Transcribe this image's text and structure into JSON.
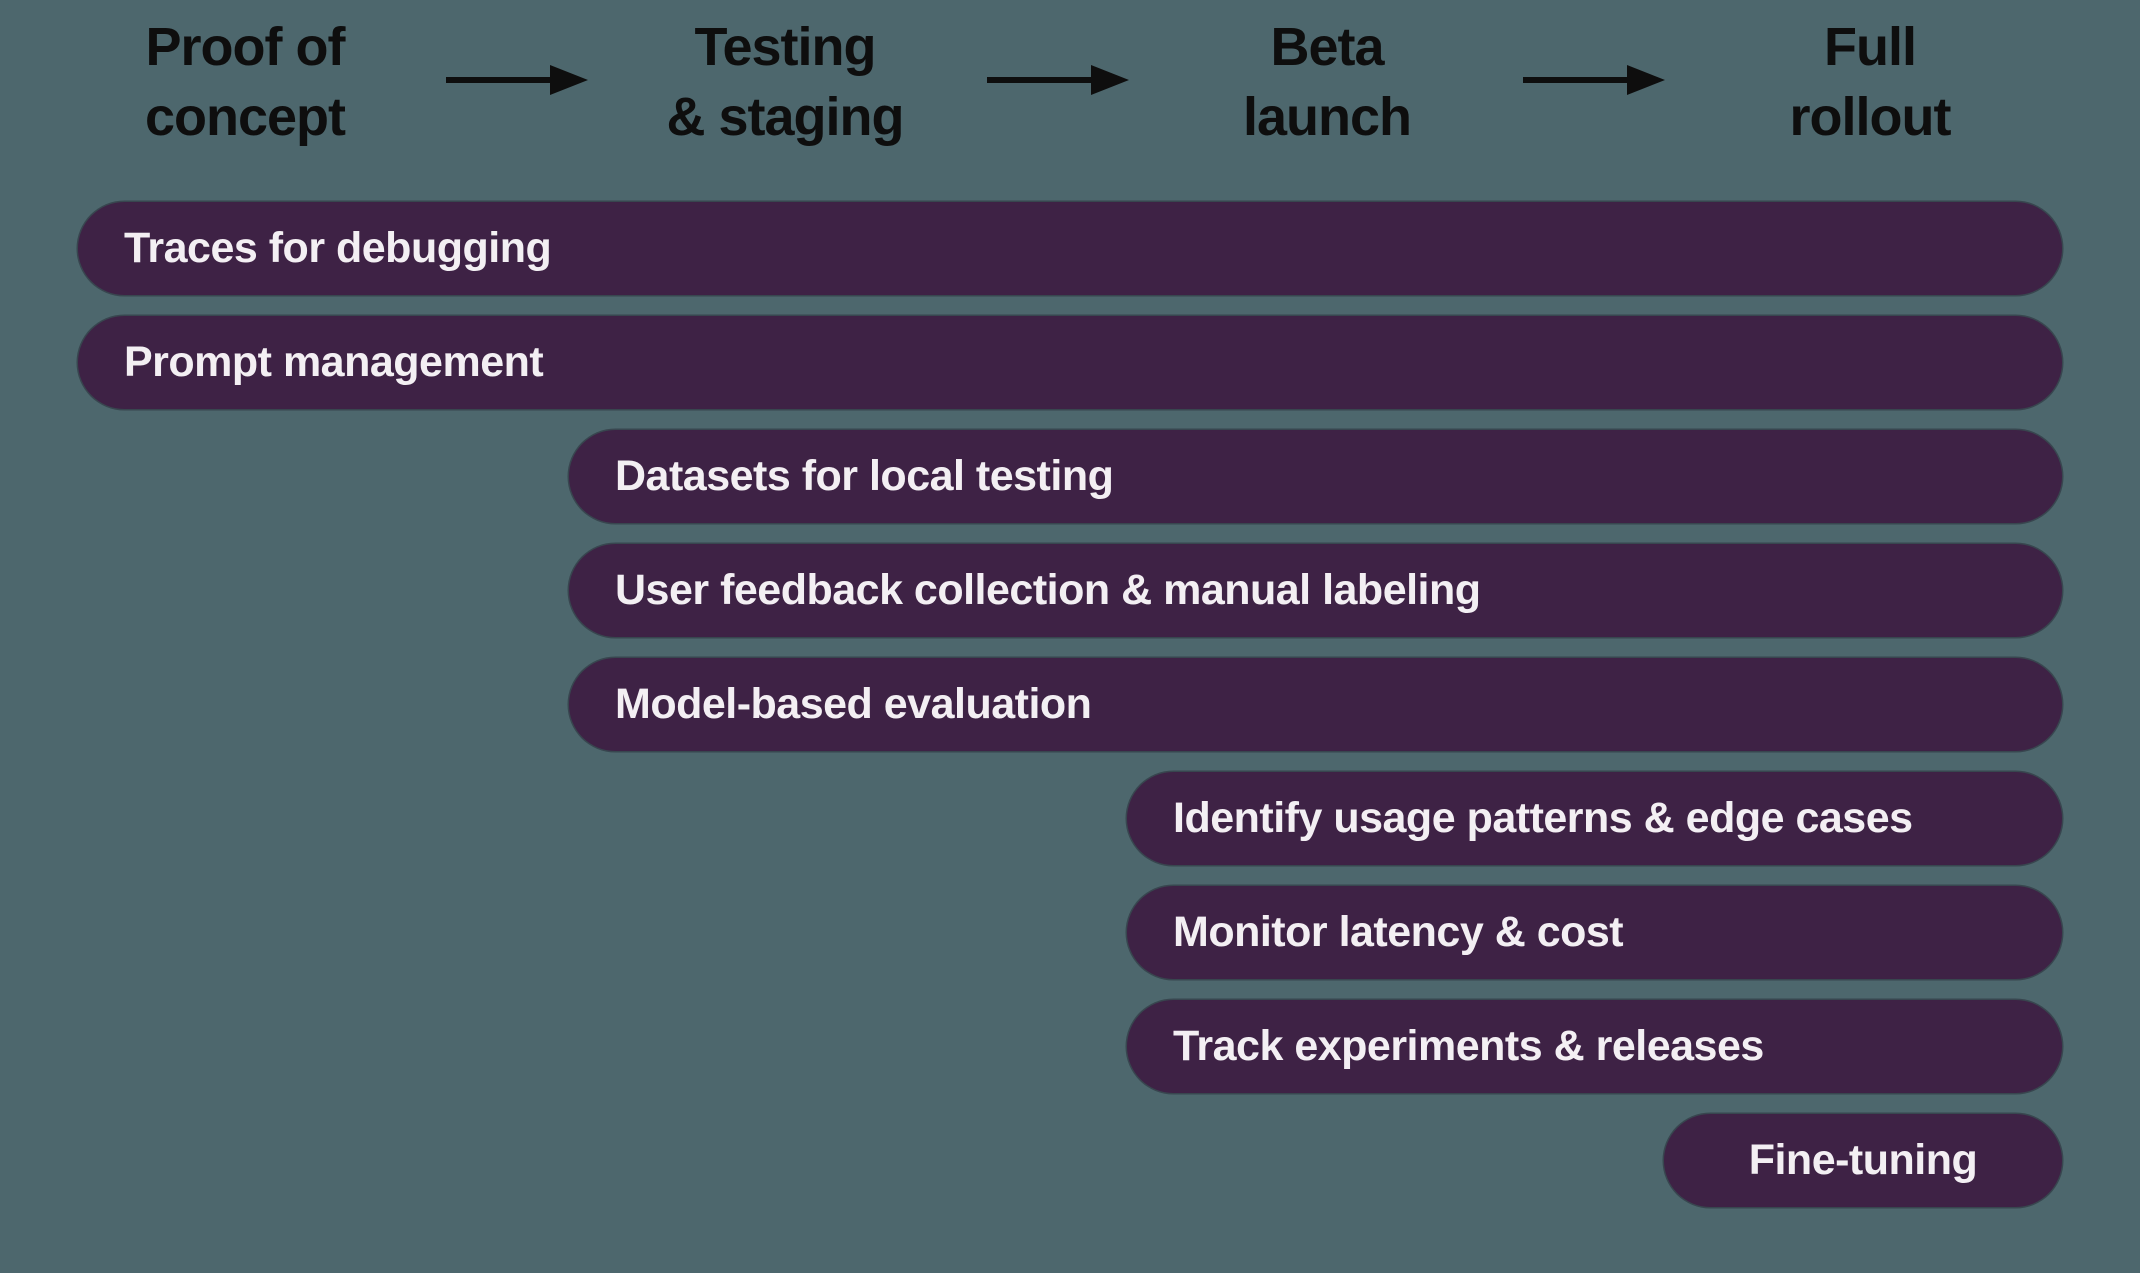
{
  "diagram": {
    "type": "phase-rollout-gantt",
    "colors": {
      "background": "#4d676d",
      "bar": "#3e2245",
      "bar_text": "#f3eff3",
      "header_text": "#0e0e0e",
      "arrow": "#0e0e0e"
    },
    "phases": [
      {
        "label": "Proof of\nconcept"
      },
      {
        "label": "Testing\n& staging"
      },
      {
        "label": "Beta\nlaunch"
      },
      {
        "label": "Full\nrollout"
      }
    ],
    "icons": {
      "phase_connector": "right-arrow-icon"
    },
    "bars": [
      {
        "label": "Traces for debugging",
        "starts_in_phase": "Proof of concept"
      },
      {
        "label": "Prompt management",
        "starts_in_phase": "Proof of concept"
      },
      {
        "label": "Datasets for local testing",
        "starts_in_phase": "Testing & staging"
      },
      {
        "label": "User feedback collection & manual labeling",
        "starts_in_phase": "Testing & staging"
      },
      {
        "label": "Model-based evaluation",
        "starts_in_phase": "Testing & staging"
      },
      {
        "label": "Identify usage patterns & edge cases",
        "starts_in_phase": "Beta launch"
      },
      {
        "label": "Monitor latency & cost",
        "starts_in_phase": "Beta launch"
      },
      {
        "label": "Track experiments & releases",
        "starts_in_phase": "Beta launch"
      },
      {
        "label": "Fine-tuning",
        "starts_in_phase": "Full rollout"
      }
    ]
  }
}
